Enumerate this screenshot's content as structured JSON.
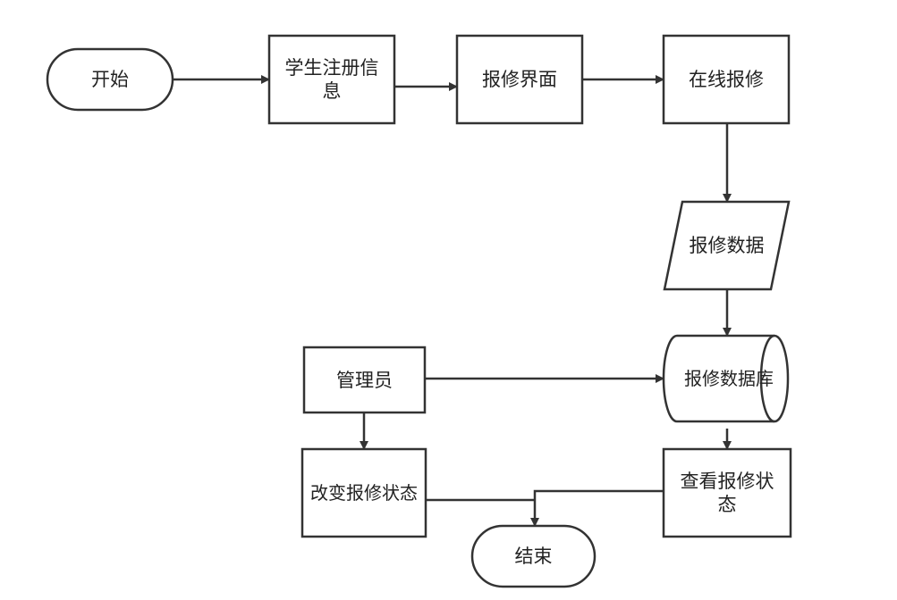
{
  "nodes": {
    "start": "开始",
    "register": "学生注册信息",
    "repair_ui": "报修界面",
    "online_repair": "在线报修",
    "repair_data": "报修数据",
    "repair_db": "报修数据库",
    "admin": "管理员",
    "change_status": "改变报修状态",
    "view_status": "查看报修状态",
    "end": "结束"
  },
  "colors": {
    "stroke": "#333333",
    "fill": "#ffffff",
    "text": "#222222"
  }
}
